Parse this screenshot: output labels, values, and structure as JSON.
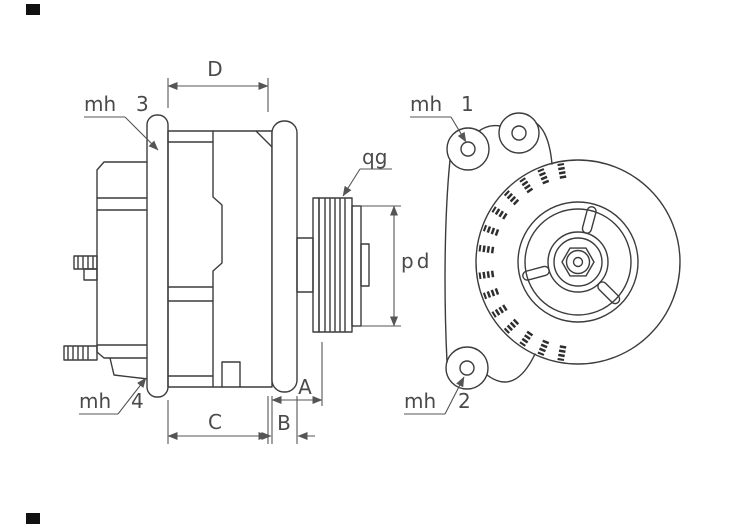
{
  "drawing": {
    "type": "alternator technical drawing, side view and front view",
    "colors": {
      "line": "#3c3c3c",
      "dimension": "#555555",
      "text": "#4a4a4a",
      "background": "#ffffff",
      "frame_mark": "#111111"
    },
    "labels": {
      "dim_d": "D",
      "dim_c": "C",
      "dim_b": "B",
      "dim_a": "A",
      "dim_pd": "pd",
      "pulley_callout": "qg",
      "mh1_prefix": "mh",
      "mh1_num": "1",
      "mh2_prefix": "mh",
      "mh2_num": "2",
      "mh3_prefix": "mh",
      "mh3_num": "3",
      "mh4_prefix": "mh",
      "mh4_num": "4"
    }
  }
}
